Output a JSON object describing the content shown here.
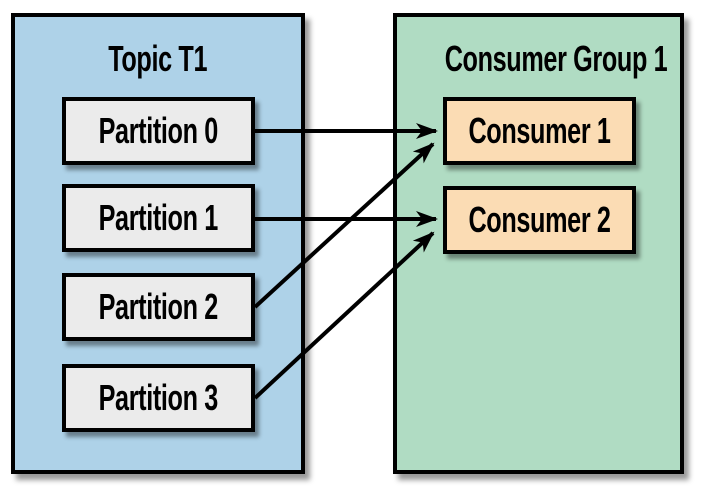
{
  "topic": {
    "title": "Topic T1",
    "partitions": [
      "Partition 0",
      "Partition 1",
      "Partition 2",
      "Partition 3"
    ]
  },
  "consumer_group": {
    "title": "Consumer Group 1",
    "consumers": [
      "Consumer 1",
      "Consumer 2"
    ]
  },
  "connections": [
    {
      "from": "Partition 0",
      "to": "Consumer 1"
    },
    {
      "from": "Partition 1",
      "to": "Consumer 2"
    },
    {
      "from": "Partition 2",
      "to": "Consumer 1"
    },
    {
      "from": "Partition 3",
      "to": "Consumer 2"
    }
  ],
  "colors": {
    "topic_fill": "#aed2e8",
    "consumer_group_fill": "#b0dcc3",
    "partition_fill": "#ebebeb",
    "consumer_fill": "#fbdcb4",
    "line_and_text": "#000000"
  }
}
